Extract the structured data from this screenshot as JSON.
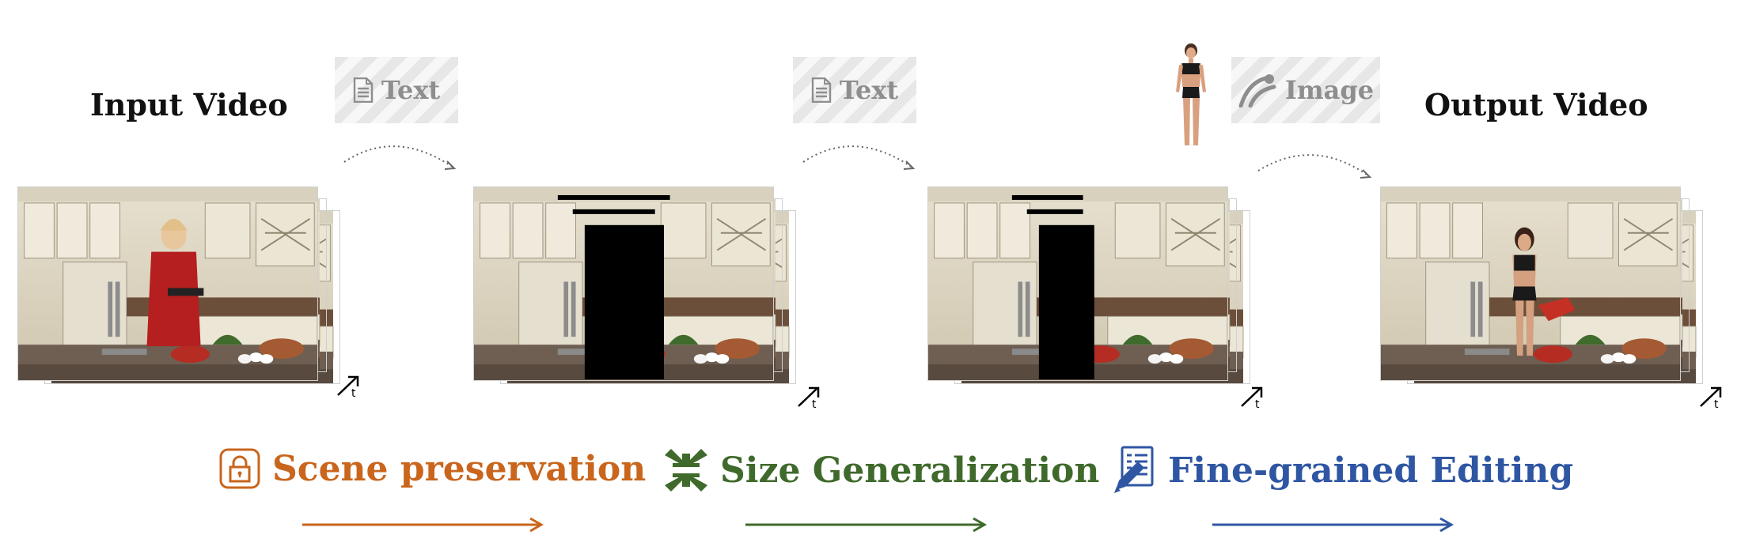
{
  "headings": {
    "input": "Input Video",
    "output": "Output Video"
  },
  "conditions": [
    {
      "label": "Text",
      "icon": "document-icon"
    },
    {
      "label": "Text",
      "icon": "document-icon"
    },
    {
      "label": "Image",
      "icon": "image-icon"
    }
  ],
  "time_axis_label": "t",
  "features": [
    {
      "label": "Scene preservation",
      "icon": "lock-icon",
      "color": "#c9651c"
    },
    {
      "label": "Size Generalization",
      "icon": "compress-arrows-icon",
      "color": "#3f6a2b"
    },
    {
      "label": "Fine-grained Editing",
      "icon": "edit-document-icon",
      "color": "#2f56a3"
    }
  ]
}
